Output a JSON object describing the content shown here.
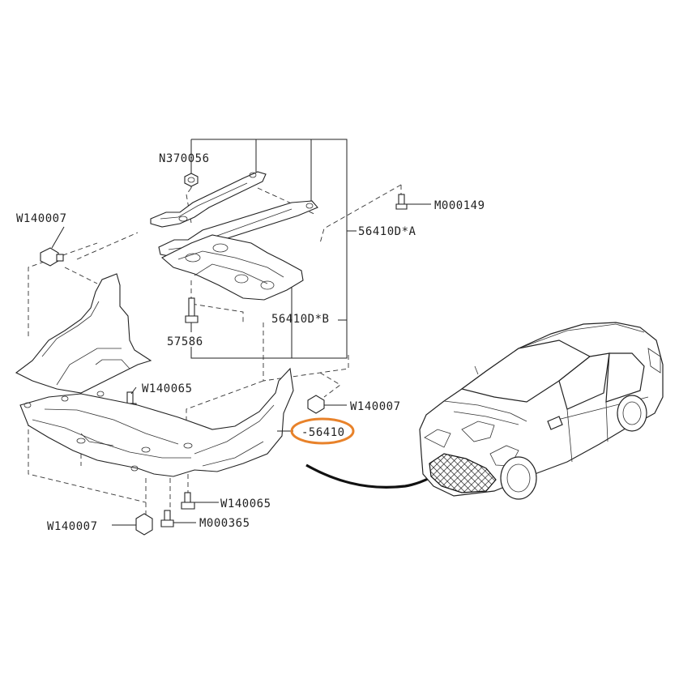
{
  "labels": {
    "n370056": "N370056",
    "w140007_left": "W140007",
    "m000149": "M000149",
    "p56410d_a": "56410D*A",
    "p56410d_b": "56410D*B",
    "p57586": "57586",
    "w140065_upper": "W140065",
    "w140007_right": "W140007",
    "p56410": "56410",
    "w140065_lower": "W140065",
    "w140007_bottom": "W140007",
    "m000365": "M000365"
  },
  "colors": {
    "line": "#222222",
    "highlight": "#e8822a",
    "background": "#ffffff"
  },
  "highlighted_part": "56410"
}
